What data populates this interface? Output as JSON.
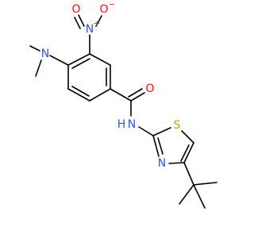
{
  "colors": {
    "carbon": "#000000",
    "nitrogen": "#3050F8",
    "oxygen": "#FF0D0D",
    "sulfur": "#C8A000"
  },
  "atoms": {
    "n_dimethylamino": "N",
    "n_nitro": "N",
    "n_nitro_charge": "+",
    "o_nitro_double": "O",
    "o_nitro_single": "O",
    "o_nitro_charge": "−",
    "o_carbonyl": "O",
    "n_amide": "N",
    "h_amide": "H",
    "s_thiazole": "S",
    "n_thiazole": "N"
  }
}
